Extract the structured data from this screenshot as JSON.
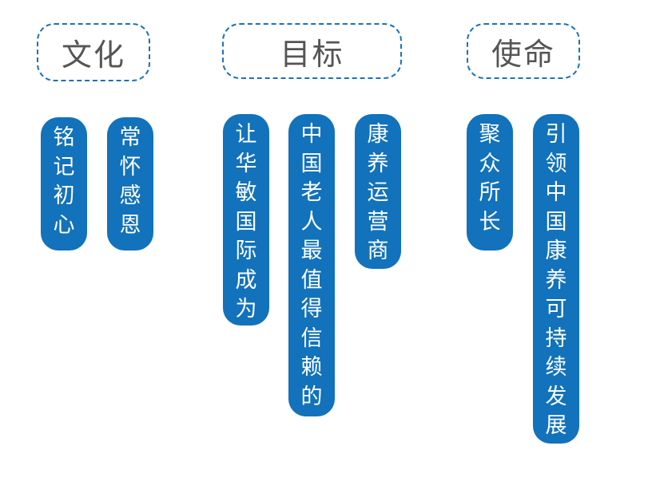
{
  "headers": {
    "culture": "文化",
    "goal": "目标",
    "mission": "使命"
  },
  "pills": {
    "culture_1": "铭记初心",
    "culture_2": "常怀感恩",
    "goal_1": "让华敏国际成为",
    "goal_2": "中国老人最值得信赖的",
    "goal_3": "康养运营商",
    "mission_1": "聚众所长",
    "mission_2": "引领中国康养可持续发展"
  },
  "colors": {
    "accent": "#1272bb",
    "header_text": "#555555"
  }
}
